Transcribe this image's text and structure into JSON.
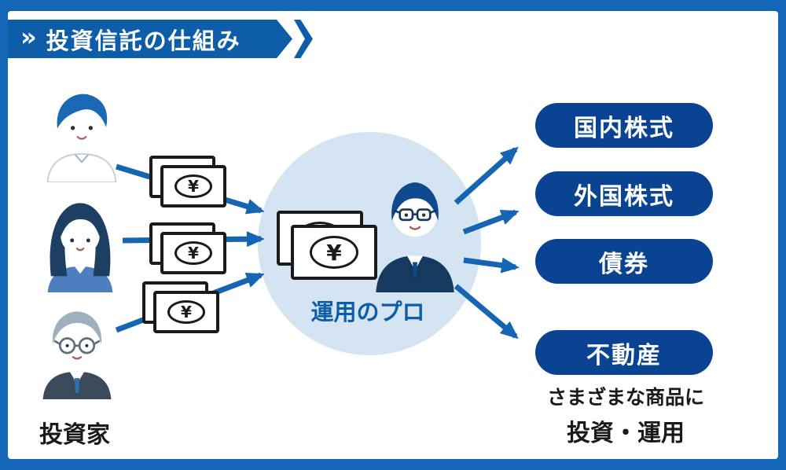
{
  "colors": {
    "frame": "#1467b6",
    "banner": "#0e5da9",
    "arrow": "#1565b3",
    "pill": "#0a4392",
    "circle": "#d5e4f2",
    "label-blue": "#0e5da9",
    "text": "#1a1a1a"
  },
  "title": {
    "chevron": "»",
    "text": "投資信託の仕組み"
  },
  "investors": {
    "label": "投資家"
  },
  "money": {
    "yen": "¥"
  },
  "manager": {
    "label": "運用のプロ"
  },
  "products": [
    {
      "label": "国内株式"
    },
    {
      "label": "外国株式"
    },
    {
      "label": "債券"
    },
    {
      "label": "不動産"
    }
  ],
  "footer": {
    "line1": "さまざまな商品に",
    "line2": "投資・運用"
  }
}
